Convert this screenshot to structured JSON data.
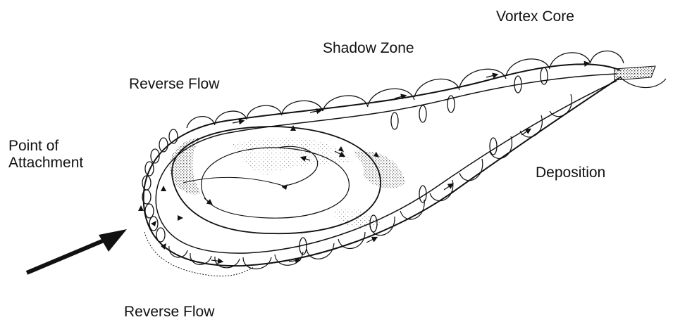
{
  "labels": {
    "vortex_core": "Vortex Core",
    "shadow_zone": "Shadow Zone",
    "reverse_flow_top": "Reverse Flow",
    "point_of_attachment_line1": "Point of",
    "point_of_attachment_line2": "Attachment",
    "deposition": "Deposition",
    "reverse_flow_bottom": "Reverse Flow"
  },
  "colors": {
    "ink": "#111111",
    "stipple": "#555555",
    "background": "#ffffff"
  }
}
